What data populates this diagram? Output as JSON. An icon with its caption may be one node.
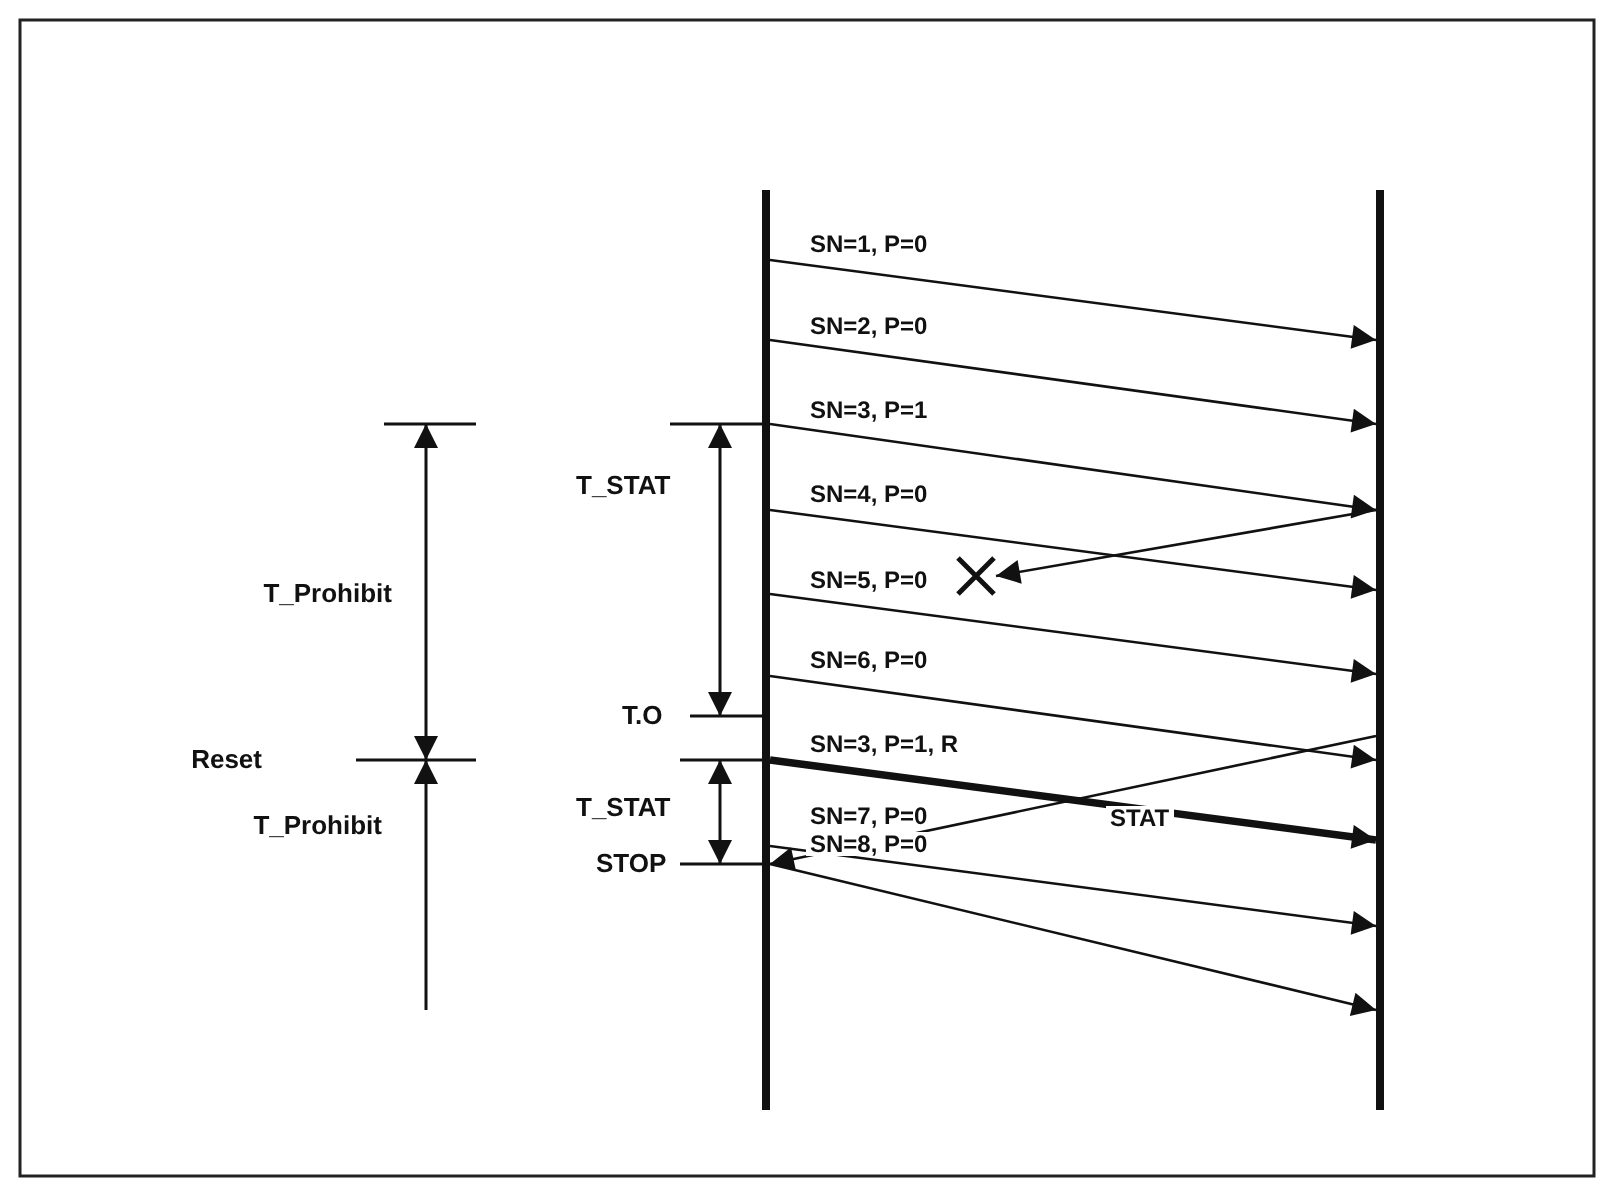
{
  "diagram": {
    "nodes": [
      {
        "text": [],
        "shape": "bar"
      },
      {
        "text": [],
        "shape": "bar"
      },
      {
        "text": [],
        "shape": "cross"
      }
    ],
    "edges": [
      {
        "from": 0,
        "to": 1,
        "arrow": "to",
        "label": "SN=1, P=0"
      },
      {
        "from": 0,
        "to": 1,
        "arrow": "to",
        "label": "SN=2, P=0"
      },
      {
        "from": 0,
        "to": 1,
        "arrow": "to",
        "label": "SN=3, P=1"
      },
      {
        "from": 0,
        "to": 1,
        "arrow": "to",
        "label": "SN=4, P=0"
      },
      {
        "from": 1,
        "to": 2,
        "arrow": "to"
      },
      {
        "from": 0,
        "to": 1,
        "arrow": "to",
        "label": "SN=5, P=0"
      },
      {
        "from": 0,
        "to": 1,
        "arrow": "to",
        "label": "SN=6, P=0"
      },
      {
        "from": 0,
        "to": 1,
        "arrow": "to",
        "label": "SN=3, P=1, R",
        "style": "thick"
      },
      {
        "from": 0,
        "to": 1,
        "arrow": "to",
        "label": "SN=7, P=0"
      },
      {
        "from": 1,
        "to": 0,
        "arrow": "to",
        "label": "STAT"
      },
      {
        "from": 0,
        "to": 1,
        "arrow": "to",
        "label": "SN=8, P=0"
      }
    ],
    "labels": [
      "T_STAT",
      "T_Prohibit",
      "T.O",
      "Reset",
      "T_STAT",
      "T_Prohibit",
      "STOP"
    ]
  }
}
